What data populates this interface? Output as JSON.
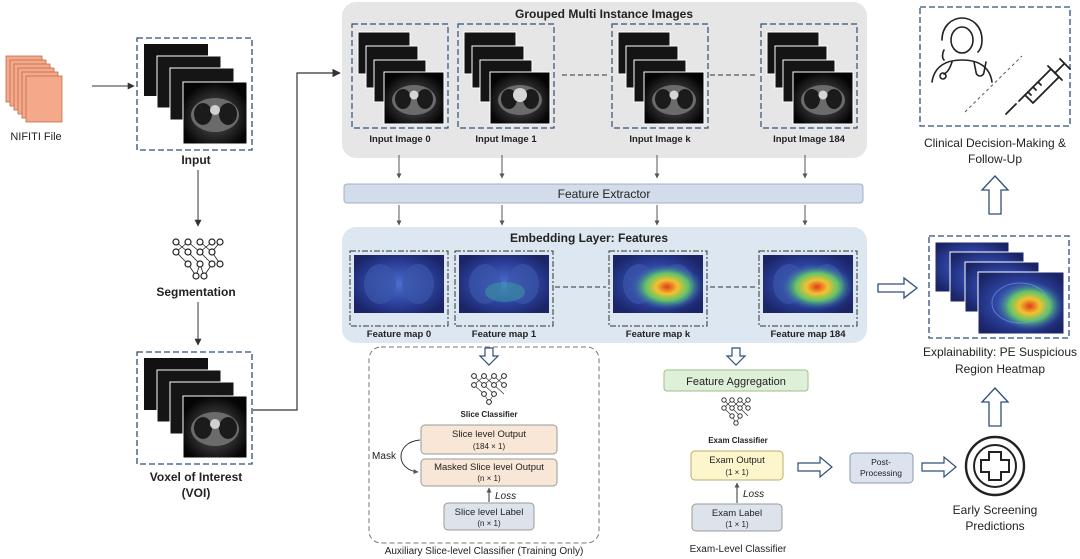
{
  "colors": {
    "panel_gray": "#e6e6e6",
    "panel_blue": "#dde7f2",
    "extractor_fill": "#d3dcea",
    "aggregation_fill": "#dff0d8",
    "slice_box_fill": "#f8e6d6",
    "exam_output_fill": "#fdf6cc",
    "label_box_fill": "#dde3ea",
    "post_fill": "#dde3ee",
    "nifti_orange": "#f4a98a",
    "arrow_blue": "#2f4f7a"
  },
  "input_side": {
    "nifti_label": "NIFITI File",
    "input_label": "Input",
    "segmentation_label": "Segmentation",
    "voi_label_line1": "Voxel of Interest",
    "voi_label_line2": "(VOI)"
  },
  "grouped": {
    "title": "Grouped Multi Instance Images",
    "images": [
      "Input Image 0",
      "Input Image 1",
      "Input Image k",
      "Input Image 184"
    ]
  },
  "feature_extractor": "Feature Extractor",
  "embedding": {
    "title": "Embedding Layer: Features",
    "maps": [
      "Feature map 0",
      "Feature map 1",
      "Feature map k",
      "Feature map 184"
    ]
  },
  "aux": {
    "classifier_label": "Slice Classifier",
    "slice_output_line1": "Slice level Output",
    "slice_output_line2": "(184 × 1)",
    "masked_line1": "Masked Slice level Output",
    "masked_line2": "(n × 1)",
    "label_line1": "Slice level Label",
    "label_line2": "(n × 1)",
    "mask": "Mask",
    "loss": "Loss",
    "caption": "Auxiliary Slice-level Classifier (Training Only)"
  },
  "exam": {
    "aggregation": "Feature Aggregation",
    "classifier_label": "Exam Classifier",
    "output_line1": "Exam Output",
    "output_line2": "(1 × 1)",
    "loss": "Loss",
    "label_line1": "Exam Label",
    "label_line2": "(1 × 1)",
    "caption": "Exam-Level Classifier"
  },
  "post_line1": "Post-",
  "post_line2": "Processing",
  "right_side": {
    "clinical_line1": "Clinical Decision-Making &",
    "clinical_line2": "Follow-Up",
    "heatmap_line1": "Explainability: PE Suspicious",
    "heatmap_line2": "Region Heatmap",
    "screening_line1": "Early Screening",
    "screening_line2": "Predictions"
  },
  "icons": {
    "clinician": "doctor-icon",
    "syringe": "syringe-icon",
    "network": "neural-network-icon",
    "medical_cross": "medical-cross-icon"
  }
}
